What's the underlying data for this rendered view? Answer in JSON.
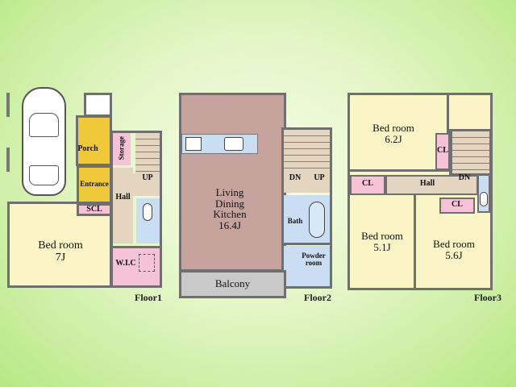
{
  "floor1": {
    "label": "Floor1",
    "bedroom": {
      "name": "Bed room",
      "size": "7J"
    },
    "porch": "Porch",
    "storage": "Storage",
    "entrance": "Entrance",
    "scl": "SCL",
    "hall": "Hall",
    "up": "UP",
    "wic": "W.I.C"
  },
  "floor2": {
    "label": "Floor2",
    "ldk": {
      "line1": "Living",
      "line2": "Dining",
      "line3": "Kitchen",
      "size": "16.4J"
    },
    "dn": "DN",
    "up": "UP",
    "bath": "Bath",
    "powder": "Powder room",
    "balcony": "Balcony"
  },
  "floor3": {
    "label": "Floor3",
    "bedroom1": {
      "name": "Bed room",
      "size": "6.2J"
    },
    "bedroom2": {
      "name": "Bed room",
      "size": "5.1J"
    },
    "bedroom3": {
      "name": "Bed room",
      "size": "5.6J"
    },
    "cl": "CL",
    "hall": "Hall",
    "dn": "DN"
  }
}
